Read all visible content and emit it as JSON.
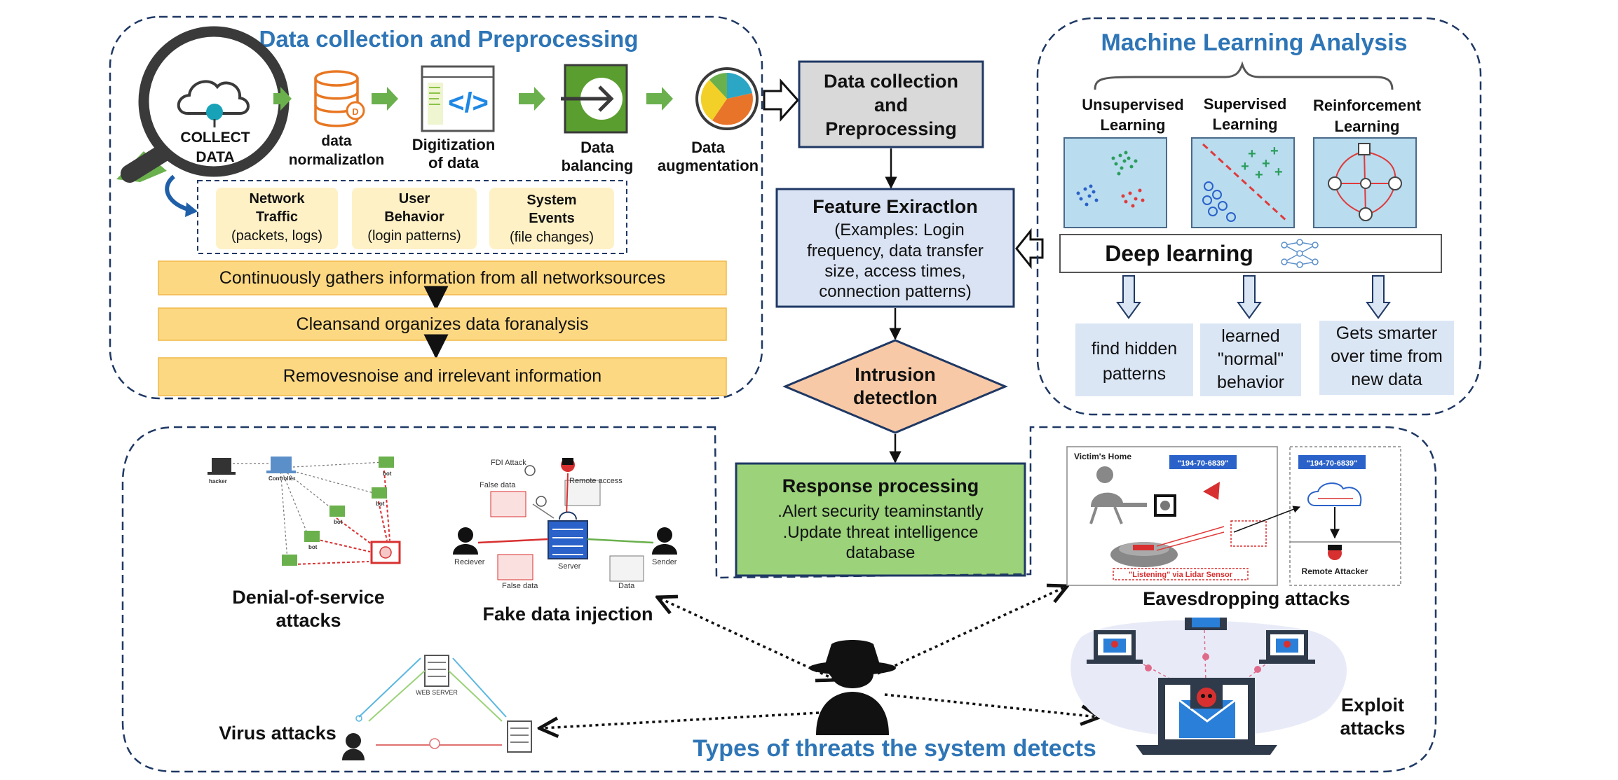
{
  "colors": {
    "accent_blue": "#2e75b6",
    "dashed_border": "#1f3864",
    "yellow_bar": "#fdd882",
    "light_yellow": "#fff1c6",
    "green_box": "#9bd27a",
    "gray_box": "#d9d9d9",
    "light_blue_box": "#dae3f3",
    "orange_diamond": "#f8c9a6",
    "pale_blue_box": "#dbe6f5"
  },
  "preprocessing": {
    "title": "Data collection and Preprocessing",
    "collect_label": [
      "COLLECT",
      "DATA"
    ],
    "steps": [
      {
        "label": [
          "data",
          "normalizatlon"
        ],
        "icon": "database-icon"
      },
      {
        "label": [
          "Digitization",
          "of data"
        ],
        "icon": "code-window-icon"
      },
      {
        "label": [
          "Data",
          "balancing"
        ],
        "icon": "arrow-in-box-icon"
      },
      {
        "label": [
          "Data",
          "augmentation"
        ],
        "icon": "pie-chart-icon"
      }
    ],
    "sources": [
      {
        "title": [
          "Network",
          "Traffic"
        ],
        "detail": "(packets, logs)"
      },
      {
        "title": [
          "User",
          "Behavior"
        ],
        "detail": "(login patterns)"
      },
      {
        "title": [
          "System",
          "Events"
        ],
        "detail": "(file changes)"
      }
    ],
    "bars": [
      "Continuously gathers information from all networksources",
      "Cleansand organizes data foranalysis",
      "Removesnoise and irrelevant information"
    ]
  },
  "pipeline": {
    "collection_box": [
      "Data collection",
      "and",
      "Preprocessing"
    ],
    "feature_title": "Feature Exiractlon",
    "feature_detail": [
      "(Examples: Login",
      "frequency, data transfer",
      "size, access times,",
      "connection patterns)"
    ],
    "intrusion": [
      "Intrusion",
      "detectlon"
    ],
    "response_title": "Response processing",
    "response_lines": [
      ".Alert security teaminstantly",
      ".Update threat intelligence",
      "database"
    ]
  },
  "ml": {
    "title_parts": [
      "Machine",
      "Learning",
      "Analysis"
    ],
    "types": [
      {
        "label": [
          "Unsupervised",
          "Learning"
        ]
      },
      {
        "label": [
          "Supervised",
          "Learning"
        ]
      },
      {
        "label": [
          "Reinforcement",
          "Learning"
        ]
      }
    ],
    "deep_learning": "Deep learning",
    "outcomes": [
      [
        "find hidden",
        "patterns"
      ],
      [
        "learned",
        "\"normal\"",
        "behavior"
      ],
      [
        "Gets smarter",
        "over time from",
        "new data"
      ]
    ]
  },
  "threats": {
    "title": "Types of threats the system detects",
    "dos": [
      "Denial-of-service",
      "attacks"
    ],
    "dos_labels": [
      "Controller",
      "bot",
      "bot",
      "bot",
      "bot",
      "hacker"
    ],
    "fdi": "Fake data injection",
    "fdi_labels": [
      "FDI Attack",
      "False data",
      "Remote access",
      "Reciever",
      "Server",
      "Sender",
      "False data",
      "Data"
    ],
    "virus": "Virus attacks",
    "virus_labels": [
      "WEB SERVER"
    ],
    "eaves": "Eavesdropping attacks",
    "eaves_labels": [
      "Victim's Home",
      "\"194-70-6839\"",
      "\"194-70-6839\"",
      "\"Listening\" via Lidar Sensor",
      "Remote Attacker"
    ],
    "exploit": [
      "Exploit",
      "attacks"
    ]
  }
}
